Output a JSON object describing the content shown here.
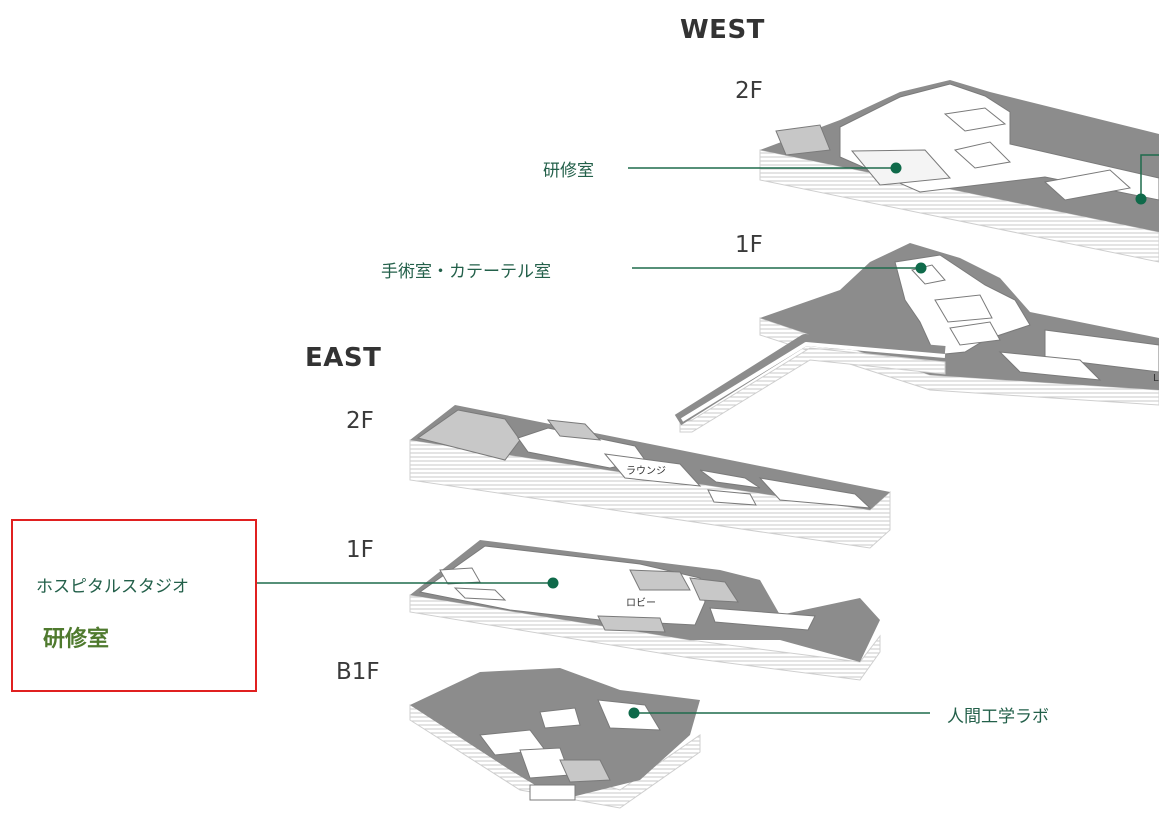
{
  "buildings": {
    "west": {
      "heading": "WEST",
      "floors": {
        "f2": "2F",
        "f1": "1F"
      },
      "rooms": {
        "lounge_partial": "L"
      }
    },
    "east": {
      "heading": "EAST",
      "floors": {
        "f2": "2F",
        "f1": "1F",
        "b1": "B1F"
      },
      "rooms": {
        "lounge": "ラウンジ",
        "lobby": "ロビー"
      }
    }
  },
  "labels": {
    "west_2f_training": "研修室",
    "west_1f_surgery": "手術室・カテーテル室",
    "east_1f_hospital_studio": "ホスピタルスタジオ",
    "east_1f_training": "研修室",
    "east_b1_ergonomics": "人間工学ラボ"
  },
  "colors": {
    "accent_line": "#1e6b4c",
    "marker": "#0f6a4a",
    "floor_dark": "#8a8a8a",
    "floor_mid": "#c8c8c8",
    "floor_light": "#f2f2f2",
    "highlight_border": "#e02020",
    "highlight_text": "#4f7a2e"
  }
}
